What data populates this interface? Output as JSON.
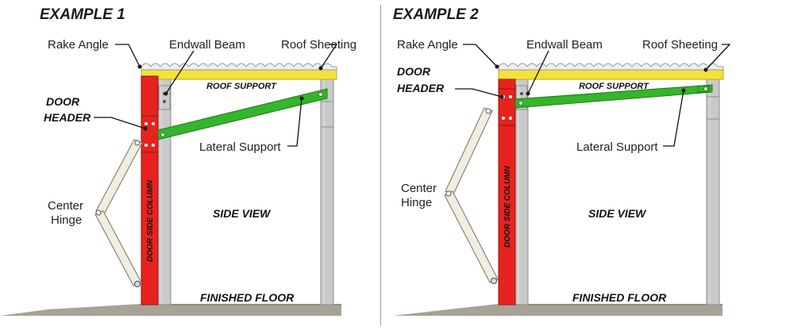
{
  "colors": {
    "roof": "#f4e23a",
    "door_side_column": "#e8231f",
    "lateral_support": "#34b52b",
    "endwall_column": "#c9c9c9",
    "floor": "#a8a196",
    "door_panel": "#f1ede1"
  },
  "examples": [
    {
      "title": "EXAMPLE 1",
      "labels": {
        "rake_angle": "Rake Angle",
        "endwall_beam": "Endwall Beam",
        "roof_sheeting": "Roof Sheeting",
        "roof_support": "ROOF SUPPORT",
        "door_header_1": "DOOR",
        "door_header_2": "HEADER",
        "lateral_support": "Lateral Support",
        "center_hinge_1": "Center",
        "center_hinge_2": "Hinge",
        "door_side_column": "DOOR SIDE COLUMN",
        "side_view": "SIDE VIEW",
        "finished_floor": "FINISHED FLOOR"
      }
    },
    {
      "title": "EXAMPLE 2",
      "labels": {
        "rake_angle": "Rake Angle",
        "endwall_beam": "Endwall Beam",
        "roof_sheeting": "Roof Sheeting",
        "roof_support": "ROOF SUPPORT",
        "door_header_1": "DOOR",
        "door_header_2": "HEADER",
        "lateral_support": "Lateral Support",
        "center_hinge_1": "Center",
        "center_hinge_2": "Hinge",
        "door_side_column": "DOOR SIDE COLUMN",
        "side_view": "SIDE VIEW",
        "finished_floor": "FINISHED FLOOR"
      }
    }
  ]
}
